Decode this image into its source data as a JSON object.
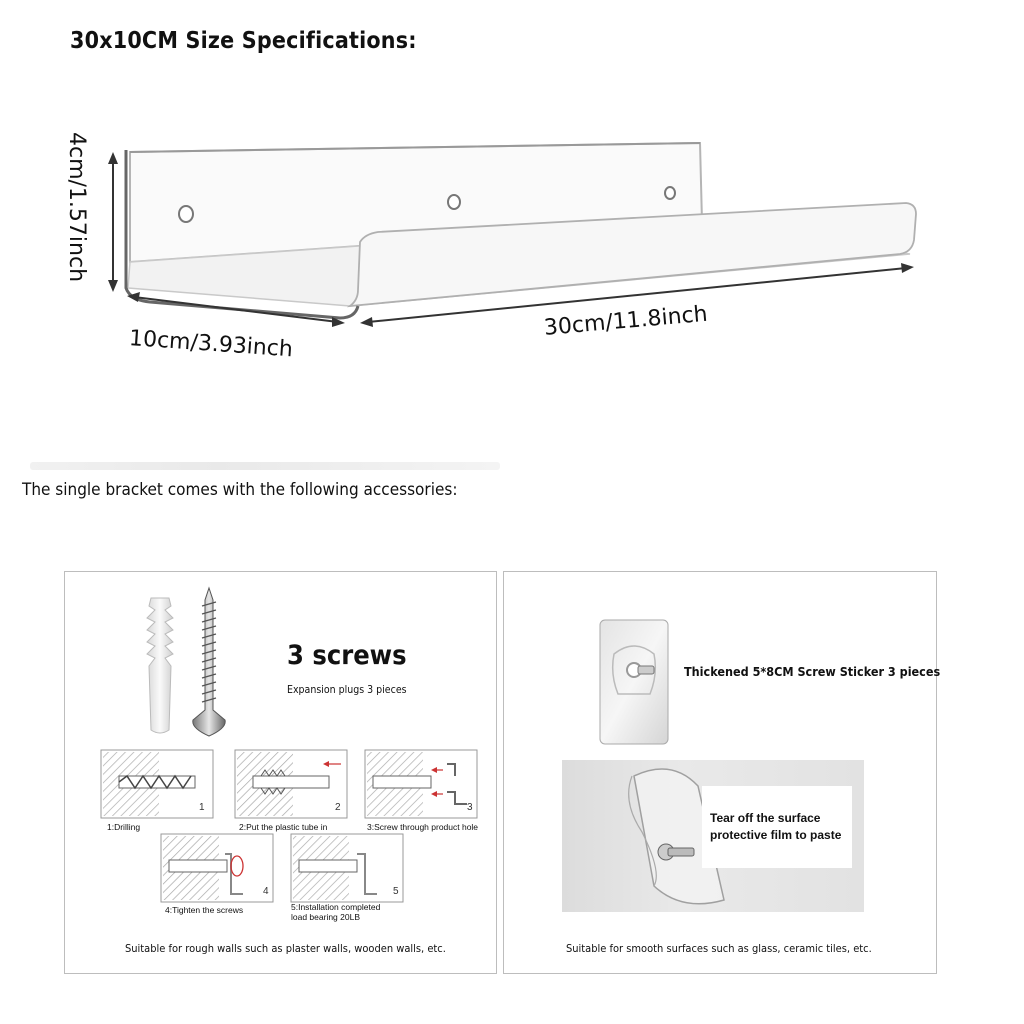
{
  "header": {
    "title": "30x10CM Size Specifications:"
  },
  "dimensions": {
    "height": "4cm/1.57inch",
    "depth": "10cm/3.93inch",
    "length": "30cm/11.8inch"
  },
  "accessories": {
    "intro": "The single bracket comes with the following accessories:",
    "left_panel": {
      "title": "3 screws",
      "subtitle": "Expansion plugs 3 pieces",
      "steps": [
        {
          "num": "1",
          "label": "1:Drilling"
        },
        {
          "num": "2",
          "label": "2:Put the plastic tube in"
        },
        {
          "num": "3",
          "label": "3:Screw through product hole"
        },
        {
          "num": "4",
          "label": "4:Tighten the screws"
        },
        {
          "num": "5",
          "label_line1": "5:Installation completed",
          "label_line2": "load bearing 20LB"
        }
      ],
      "caption": "Suitable for rough walls such as plaster walls, wooden walls, etc."
    },
    "right_panel": {
      "title": "Thickened 5*8CM Screw Sticker 3 pieces",
      "film_line1": "Tear off the surface",
      "film_line2": "protective film to paste",
      "caption": "Suitable for smooth surfaces such as glass, ceramic tiles, etc."
    }
  }
}
